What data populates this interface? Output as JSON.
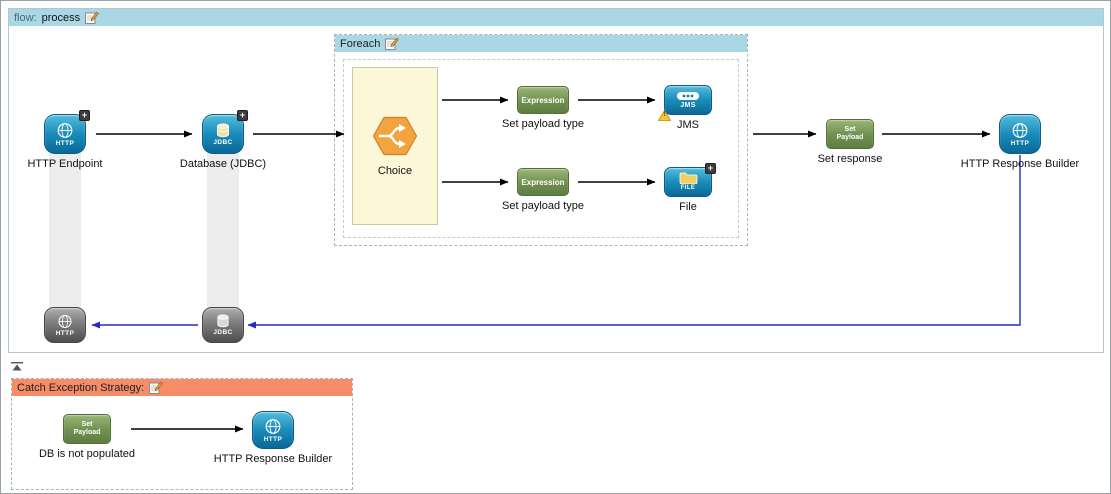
{
  "flow": {
    "label": "flow:",
    "name": "process",
    "nodes": {
      "http_endpoint": {
        "icon_text": "HTTP",
        "caption": "HTTP Endpoint"
      },
      "database": {
        "icon_text": "JDBC",
        "caption": "Database (JDBC)"
      },
      "set_response": {
        "icon_line1": "Set",
        "icon_line2": "Payload",
        "caption": "Set response"
      },
      "http_response_builder": {
        "icon_text": "HTTP",
        "caption": "HTTP Response Builder"
      },
      "response_http": {
        "icon_text": "HTTP"
      },
      "response_jdbc": {
        "icon_text": "JDBC"
      }
    },
    "foreach": {
      "title": "Foreach",
      "choice": {
        "caption": "Choice"
      },
      "top_branch": {
        "expression": {
          "icon_text": "Expression",
          "caption": "Set payload type"
        },
        "jms": {
          "icon_text": "JMS",
          "caption": "JMS"
        }
      },
      "bottom_branch": {
        "expression": {
          "icon_text": "Expression",
          "caption": "Set payload type"
        },
        "file": {
          "icon_text": "FILE",
          "caption": "File"
        }
      }
    }
  },
  "exception": {
    "title": "Catch Exception Strategy:",
    "set_payload": {
      "icon_line1": "Set",
      "icon_line2": "Payload",
      "caption": "DB is not populated"
    },
    "http_response_builder": {
      "icon_text": "HTTP",
      "caption": "HTTP Response Builder"
    }
  },
  "badges": {
    "plus": "+",
    "warning": "!"
  },
  "colors": {
    "scope_header_blue": "#a9d7e6",
    "exception_header_orange": "#f68c68",
    "endpoint_blue": "#1a8cba",
    "transformer_green": "#70904f",
    "choice_orange": "#f2a440",
    "connector_black": "#000000",
    "response_connector_blue": "#2a2ac0",
    "choice_scope_yellow": "#fcf7d8"
  }
}
